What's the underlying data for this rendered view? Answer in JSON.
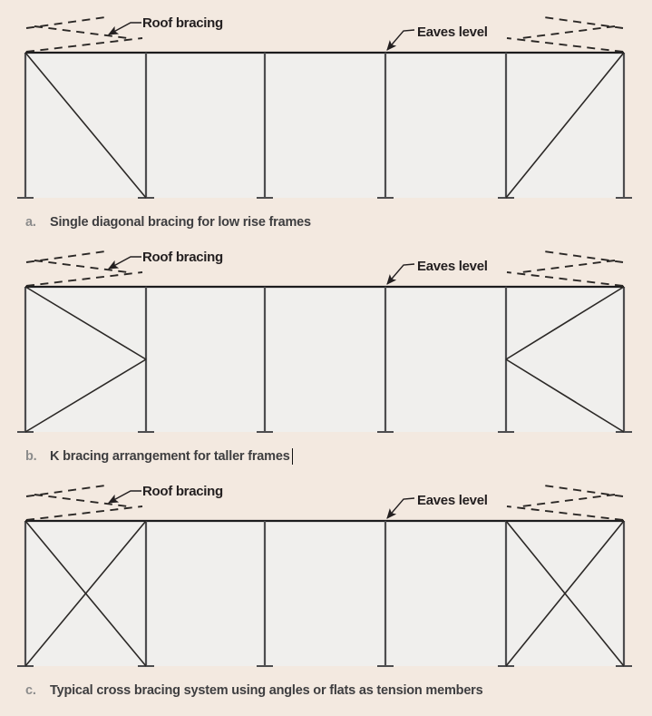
{
  "theme": {
    "background": "#f3e9e0",
    "panel_fill": "#f0efed",
    "line_dark": "#1c1c1e",
    "column_gray": "#4d4d4f",
    "diagonal": "#2b2826",
    "label_text_color": "#231f20",
    "caption_letter_color": "#8c8c8c",
    "caption_text_color": "#3e3e40",
    "caret_color": "#111111"
  },
  "labels": {
    "roof_bracing": "Roof bracing",
    "eaves_level": "Eaves level"
  },
  "diagrams": [
    {
      "id": "a",
      "caption_letter": "a.",
      "caption_text": "Single diagonal bracing for low rise frames",
      "bracing_type": "single-diagonal"
    },
    {
      "id": "b",
      "caption_letter": "b.",
      "caption_text": "K bracing arrangement for taller frames",
      "bracing_type": "k-bracing",
      "has_text_cursor": true
    },
    {
      "id": "c",
      "caption_letter": "c.",
      "caption_text": "Typical cross bracing system using angles or flats as tension members",
      "bracing_type": "cross-bracing"
    }
  ]
}
